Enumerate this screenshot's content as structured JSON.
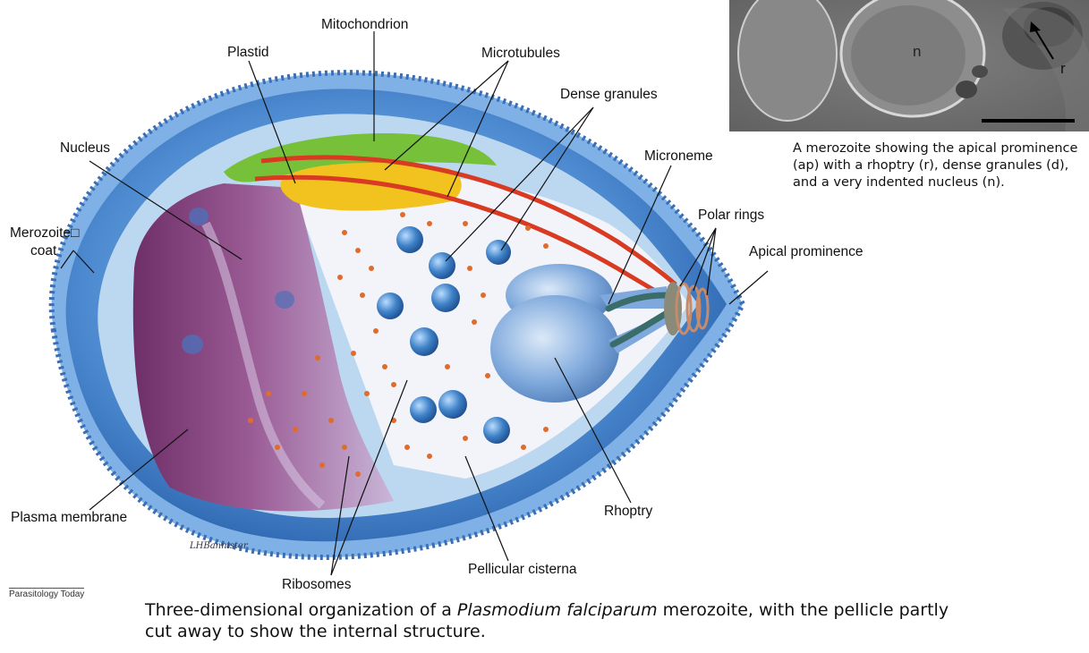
{
  "labels": {
    "mitochondrion": "Mitochondrion",
    "plastid": "Plastid",
    "microtubules": "Microtubules",
    "dense_granules": "Dense granules",
    "nucleus": "Nucleus",
    "microneme": "Microneme",
    "merozoite_coat_line1": "Merozoite□",
    "merozoite_coat_line2": "coat",
    "polar_rings": "Polar rings",
    "apical_prominence": "Apical prominence",
    "plasma_membrane": "Plasma membrane",
    "rhoptry": "Rhoptry",
    "ribosomes": "Ribosomes",
    "pellicular_cisterna": "Pellicular cisterna"
  },
  "micrograph": {
    "label_n": "n",
    "label_r": "r"
  },
  "captions": {
    "micrograph": "A merozoite showing the apical prominence (ap) with a rhoptry (r), dense granules (d), and a very indented nucleus (n).",
    "main_prefix": "Three-dimensional organization of a ",
    "main_italic": "Plasmodium falciparum",
    "main_suffix": " merozoite, with the pellicle partly cut away to show the internal structure."
  },
  "credit": "Parasitology Today",
  "signature": "LHBannister",
  "colors": {
    "coat_blue": "#3f7fc8",
    "inner_blue": "#bcd8f0",
    "cytoplasm": "#f3f4fa",
    "nucleus": "#8a4a8a",
    "mitochondrion": "#77c03a",
    "plastid": "#f2c21e",
    "microtubule": "#d83a22",
    "ribosome": "#e06c2c",
    "granule": "#3d82c8",
    "rhoptry": "#6c9ed6"
  }
}
